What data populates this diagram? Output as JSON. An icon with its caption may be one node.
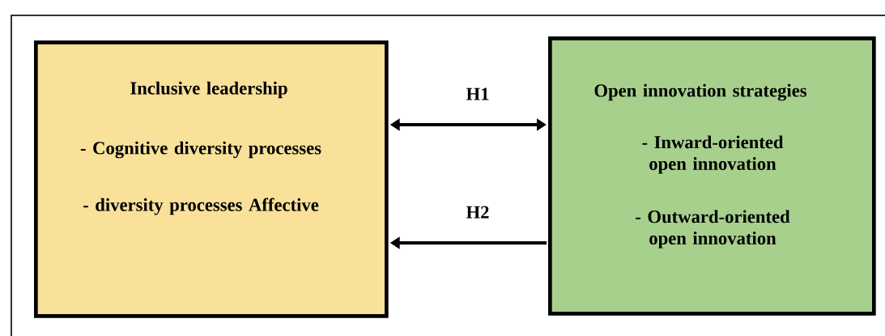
{
  "diagram": {
    "nodes": [
      {
        "text": [
          "Inclusive leadership",
          "- Cognitive diversity processes",
          "- diversity processes Affective"
        ]
      },
      {
        "text": [
          "Open innovation strategies",
          "- Inward-oriented open innovation",
          "- Outward-oriented open innovation"
        ]
      }
    ],
    "edges": [
      {
        "from": 0,
        "to": 1,
        "arrow": "both",
        "label": "H1"
      },
      {
        "from": 1,
        "to": 0,
        "arrow": "to",
        "label": "H2"
      }
    ]
  }
}
